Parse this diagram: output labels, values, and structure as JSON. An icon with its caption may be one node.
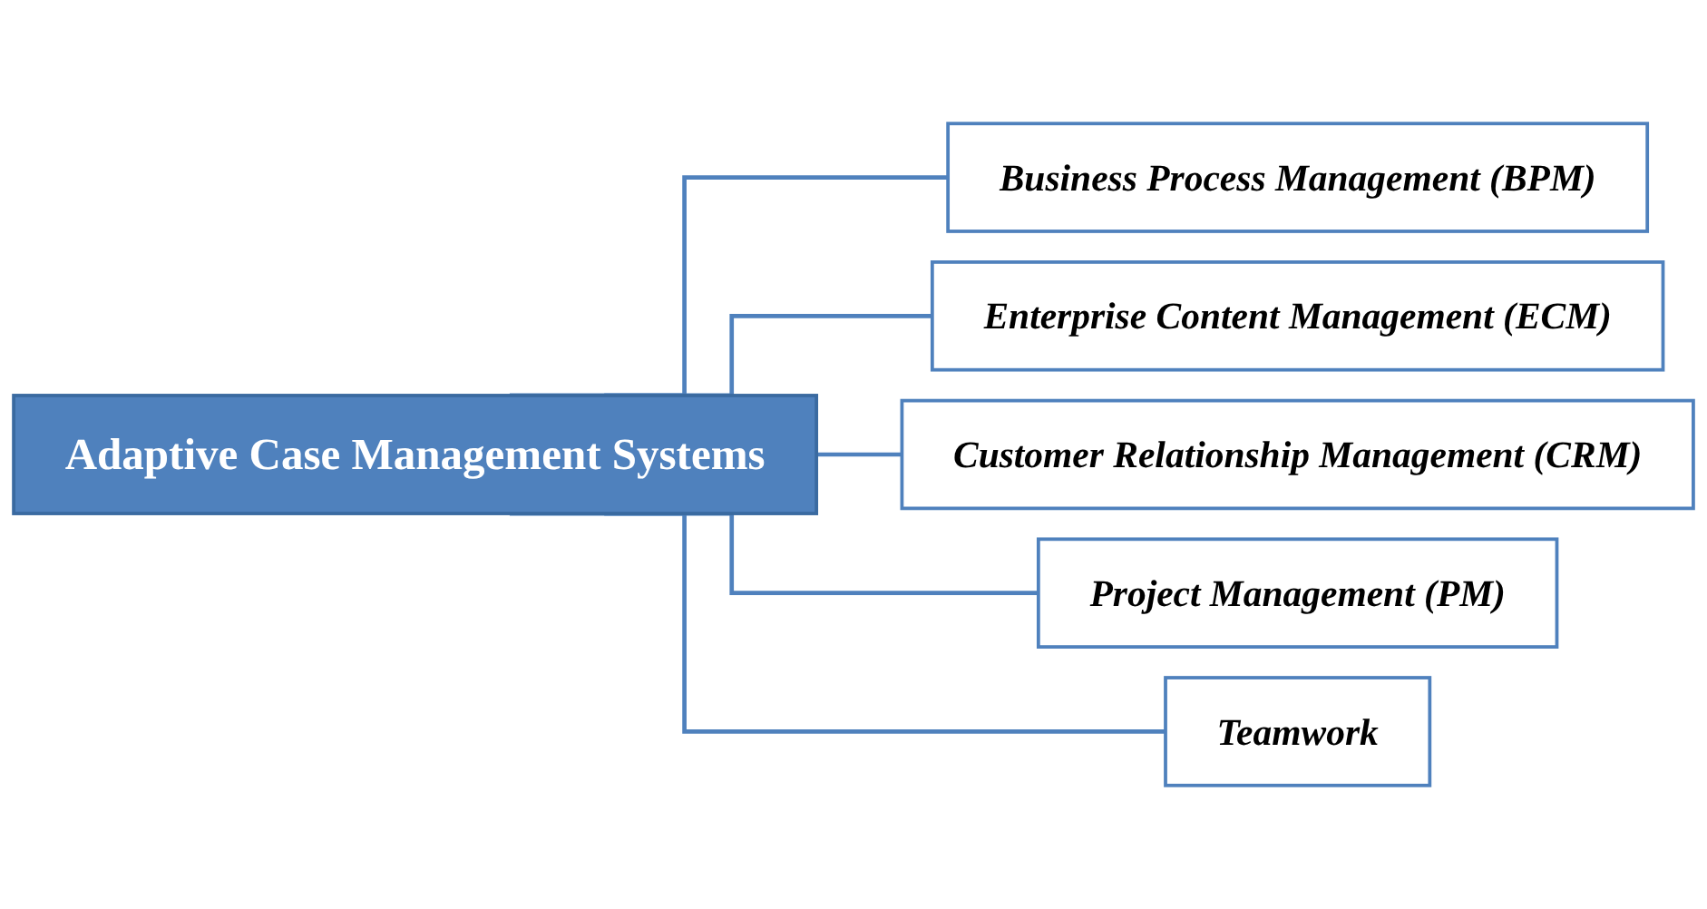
{
  "diagram": {
    "nodes": [
      {
        "text": [
          "Adaptive Case Management Systems"
        ]
      },
      {
        "text": [
          "Business Process Management (BPM)"
        ]
      },
      {
        "text": [
          "Enterprise Content Management (ECM)"
        ]
      },
      {
        "text": [
          "Customer Relationship Management  (CRM)"
        ]
      },
      {
        "text": [
          "Project Management (PM)"
        ]
      },
      {
        "text": [
          "Teamwork"
        ]
      }
    ],
    "edges": [
      {
        "from": 0,
        "to": 1,
        "arrow": "none"
      },
      {
        "from": 0,
        "to": 2,
        "arrow": "none"
      },
      {
        "from": 0,
        "to": 3,
        "arrow": "none"
      },
      {
        "from": 0,
        "to": 4,
        "arrow": "none"
      },
      {
        "from": 0,
        "to": 5,
        "arrow": "none"
      }
    ]
  }
}
